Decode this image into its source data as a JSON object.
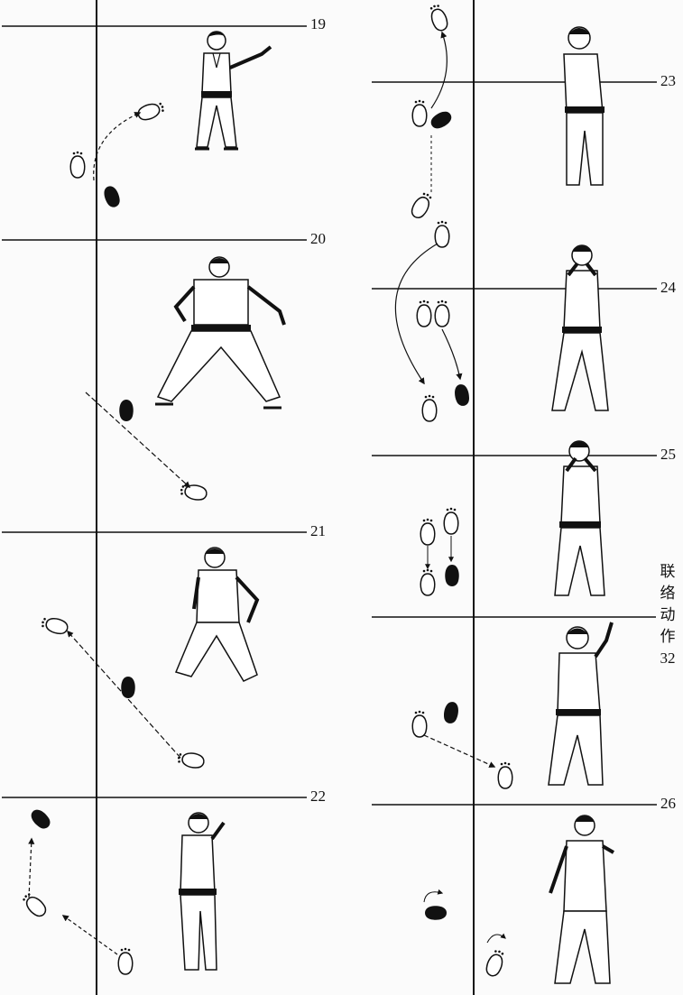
{
  "frames": [
    {
      "id": "19",
      "label": "19"
    },
    {
      "id": "20",
      "label": "20"
    },
    {
      "id": "21",
      "label": "21"
    },
    {
      "id": "22",
      "label": "22"
    },
    {
      "id": "23",
      "label": "23"
    },
    {
      "id": "24",
      "label": "24"
    },
    {
      "id": "25",
      "label": "25"
    },
    {
      "id": "26",
      "label": "26"
    }
  ],
  "side_label": {
    "chars": [
      "联",
      "络",
      "动",
      "作"
    ],
    "number": "32"
  },
  "colors": {
    "ink": "#111111",
    "paper": "#fbfbfb"
  }
}
